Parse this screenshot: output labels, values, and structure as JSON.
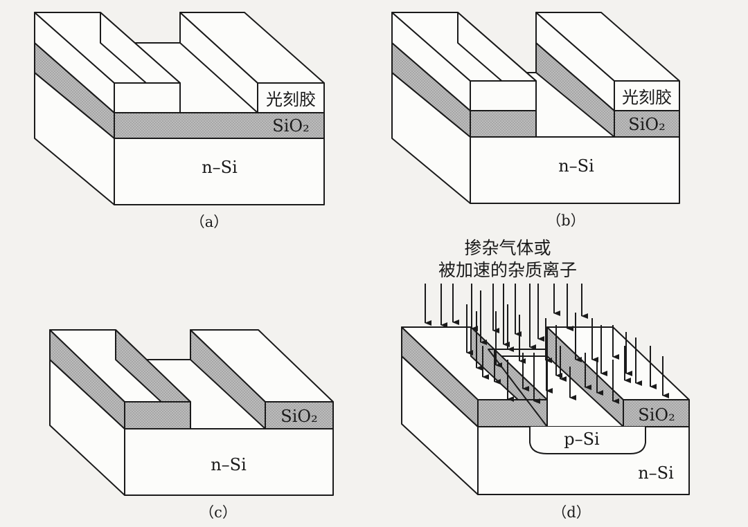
{
  "colors": {
    "background": "#f3f2ef",
    "line": "#1a1a1a",
    "fill_white": "#fcfcfa",
    "fill_oxide": "#b8b8b8",
    "hatch": "#8d8d8d"
  },
  "panels": {
    "a": {
      "caption": "（a）",
      "photoresist": "光刻胶",
      "oxide": "SiO₂",
      "substrate": "n–Si"
    },
    "b": {
      "caption": "（b）",
      "photoresist": "光刻胶",
      "oxide": "SiO₂",
      "substrate": "n–Si"
    },
    "c": {
      "caption": "（c）",
      "oxide": "SiO₂",
      "substrate": "n–Si"
    },
    "d": {
      "caption": "（d）",
      "dopant_line1": "掺杂气体或",
      "dopant_line2": "被加速的杂质离子",
      "oxide": "SiO₂",
      "p_region": "p–Si",
      "substrate": "n–Si"
    }
  }
}
